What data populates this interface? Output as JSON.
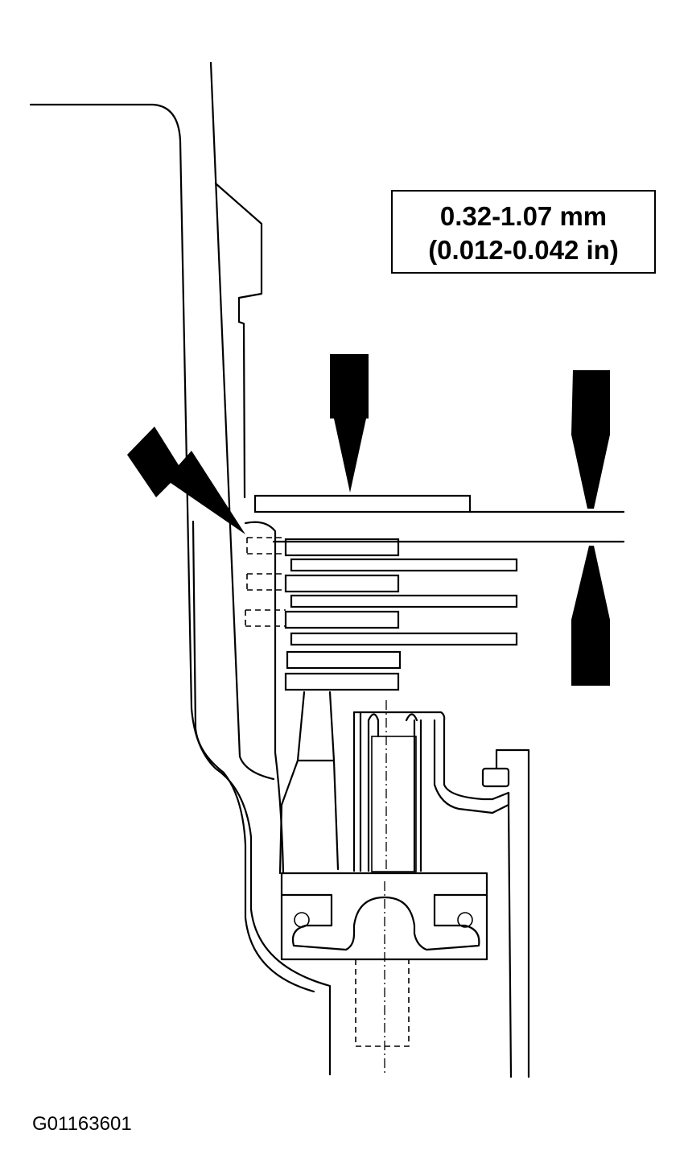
{
  "spec": {
    "metric": "0.32-1.07 mm",
    "imperial": "(0.012-0.042 in)"
  },
  "figure_id": "G01163601"
}
